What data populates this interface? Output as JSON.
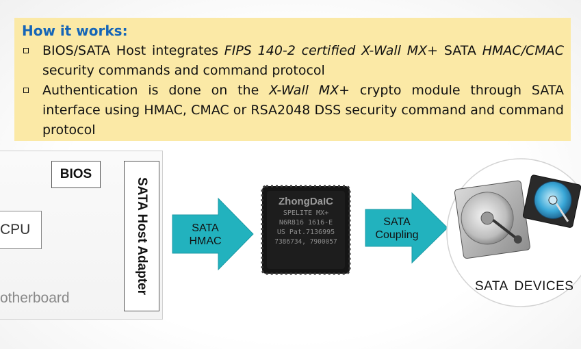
{
  "info": {
    "heading": "How it works",
    "heading_suffix": ":",
    "bullet1": {
      "t1": "BIOS/SATA Host integrates ",
      "t2": "FIPS 140-2 certified X-Wall MX+",
      "t3": " SATA ",
      "t4": "HMAC/CMAC",
      "t5": " security commands and command protocol"
    },
    "bullet2": {
      "t1": "Authentication is done on the ",
      "t2": "X-Wall MX+",
      "t3": " crypto module through SATA interface using HMAC, CMAC or RSA2048 DSS security command and command protocol"
    }
  },
  "diagram": {
    "bios": "BIOS",
    "cpu": "CPU",
    "motherboard": "otherboard",
    "host_adapter": "SATA Host Adapter",
    "arrow1": {
      "line1": "SATA",
      "line2": "HMAC"
    },
    "chip": {
      "brand": "ZhongDaIC",
      "line1": "SPELITE MX+",
      "line2": "N6R816  1616-E",
      "line3": "US Pat.7136995",
      "line4": "7386734, 7900057"
    },
    "arrow2": {
      "line1": "SATA",
      "line2": "Coupling"
    },
    "devices": "SATA  DEVICES"
  },
  "colors": {
    "info_bg": "#fbe9a6",
    "heading": "#1565b7",
    "arrow": "#22b2be",
    "chip": "#1a1a1a"
  }
}
